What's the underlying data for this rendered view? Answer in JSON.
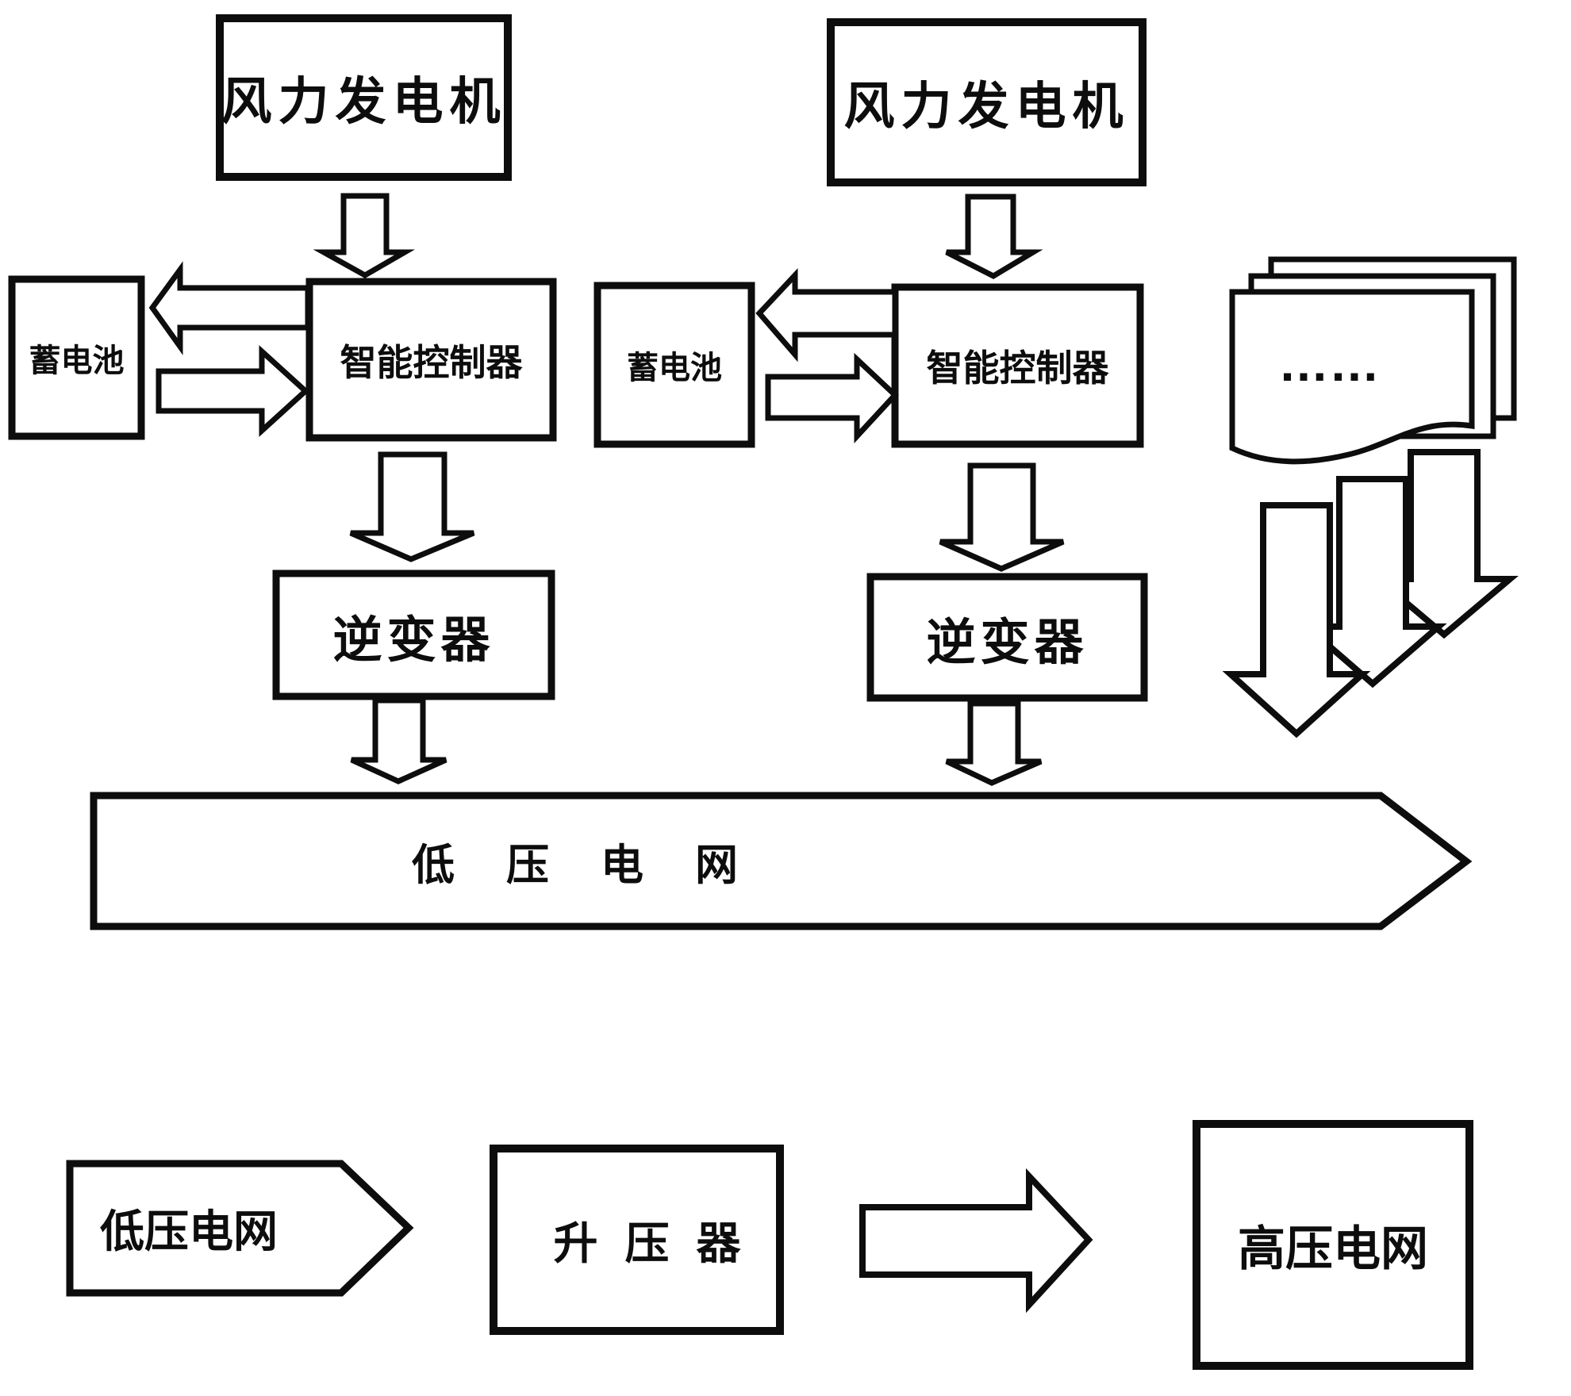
{
  "figure": {
    "units": [
      {
        "generator": "风力发电机",
        "controller": "智能控制器",
        "battery": "蓄电池",
        "inverter": "逆变器"
      },
      {
        "generator": "风力发电机",
        "controller": "智能控制器",
        "battery": "蓄电池",
        "inverter": "逆变器"
      }
    ],
    "more_units": "……",
    "low_voltage_bus": "低压电网",
    "bottom_flow": {
      "source": "低压电网",
      "booster": "升压器",
      "target": "高压电网"
    }
  },
  "colors": {
    "ink": "#0d0d0d",
    "paper": "#ffffff"
  }
}
